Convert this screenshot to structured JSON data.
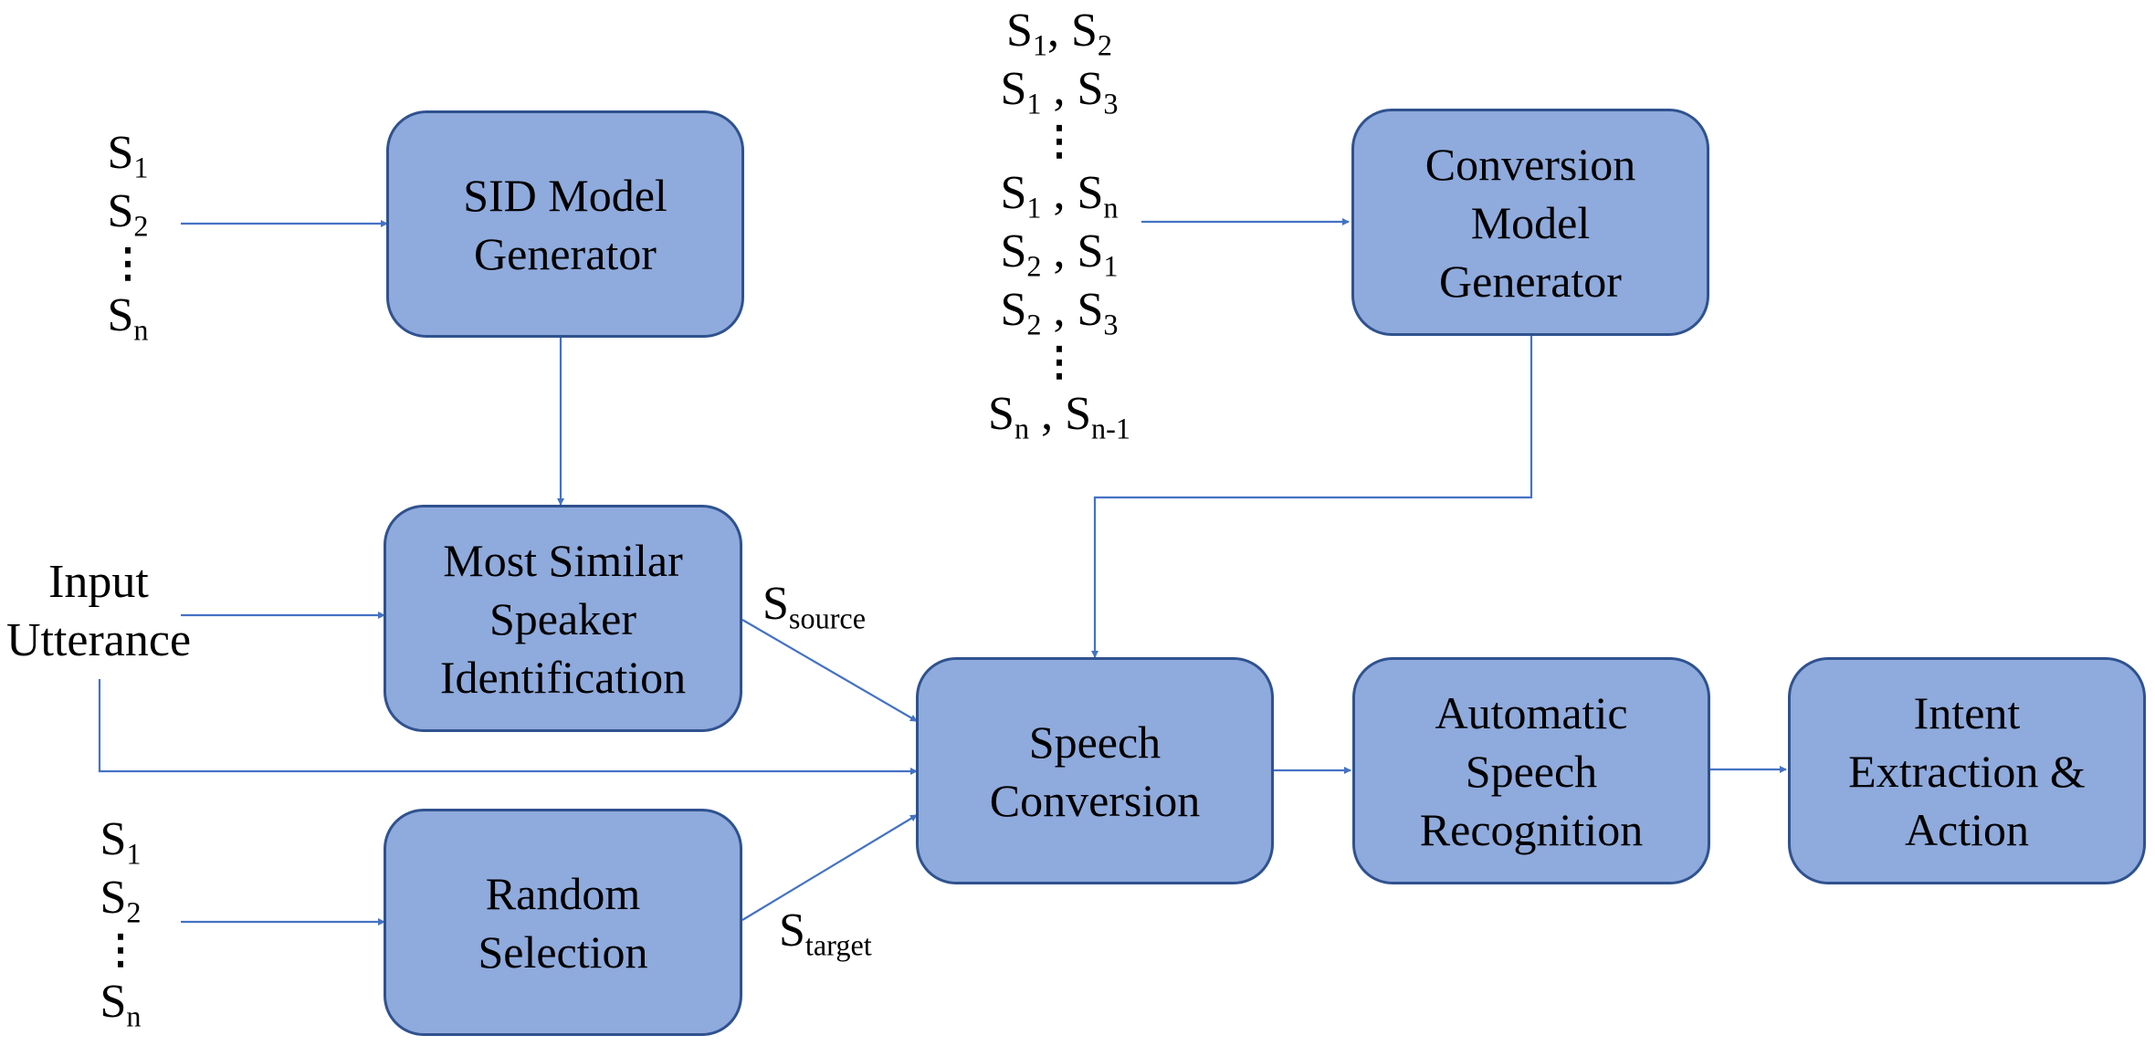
{
  "boxes": {
    "sid": [
      "SID Model",
      "Generator"
    ],
    "conversion_model": [
      "Conversion",
      "Model",
      "Generator"
    ],
    "most_similar": [
      "Most Similar",
      "Speaker",
      "Identification"
    ],
    "speech_conversion": [
      "Speech",
      "Conversion"
    ],
    "asr": [
      "Automatic",
      "Speech",
      "Recognition"
    ],
    "intent": [
      "Intent",
      "Extraction &",
      "Action"
    ],
    "random": [
      "Random",
      "Selection"
    ]
  },
  "speaker_list_top": [
    {
      "base": "S",
      "sub": "1"
    },
    {
      "base": "S",
      "sub": "2"
    },
    {
      "base": "⋮",
      "sub": ""
    },
    {
      "base": "S",
      "sub": "n"
    }
  ],
  "speaker_list_bottom": [
    {
      "base": "S",
      "sub": "1"
    },
    {
      "base": "S",
      "sub": "2"
    },
    {
      "base": "⋮",
      "sub": ""
    },
    {
      "base": "S",
      "sub": "n"
    }
  ],
  "speaker_pairs": [
    {
      "a": "1",
      "b": "2",
      "sep": ", "
    },
    {
      "a": "1",
      "b": "3",
      "sep": " , "
    },
    {
      "dots": "⋮"
    },
    {
      "a": "1",
      "b": "n",
      "sep": " , "
    },
    {
      "a": "2",
      "b": "1",
      "sep": " , "
    },
    {
      "a": "2",
      "b": "3",
      "sep": " , "
    },
    {
      "dots": "⋮"
    },
    {
      "a": "n",
      "b": "n-1",
      "sep": " , "
    }
  ],
  "input_label": [
    "Input",
    "Utterance"
  ],
  "s_source": {
    "base": "S",
    "sub": "source"
  },
  "s_target": {
    "base": "S",
    "sub": "target"
  },
  "colors": {
    "box_fill": "#8faadc",
    "box_border": "#2f528f",
    "arrow": "#4472c4"
  }
}
